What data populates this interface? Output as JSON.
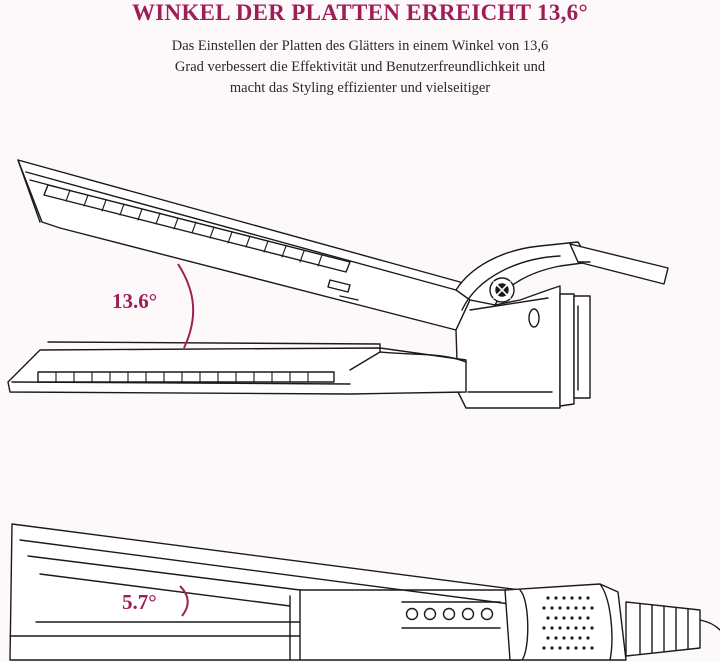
{
  "title": "WINKEL DER PLATTEN ERREICHT 13,6°",
  "description": [
    "Das Einstellen der Platten des Glätters in einem Winkel von 13,6",
    "Grad verbessert die Effektivität und Benutzerfreundlichkeit und",
    "macht das Styling effizienter und vielseitiger"
  ],
  "angles": {
    "open": "13.6°",
    "closed": "5.7°"
  },
  "colors": {
    "accent": "#9e1f58",
    "line": "#1a1a1a",
    "background": "#fdf9fa"
  },
  "icons": [
    "hinge-screw-icon",
    "control-button-icon",
    "grip-dots-icon"
  ]
}
